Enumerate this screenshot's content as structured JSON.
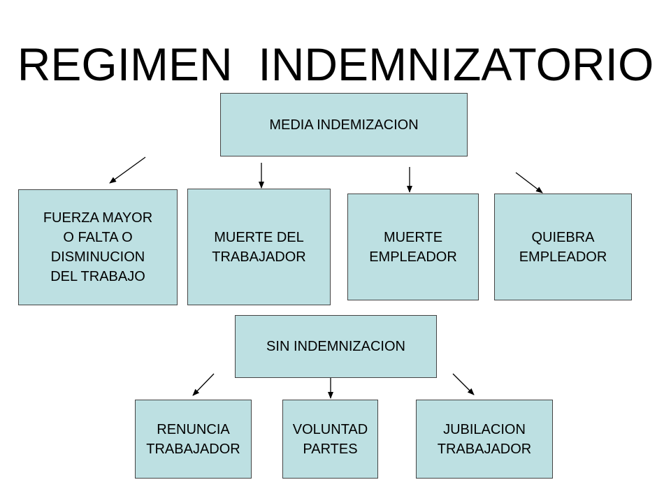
{
  "title": "REGIMEN  INDEMNIZATORIO",
  "top_node": {
    "label": "MEDIA INDEMIZACION"
  },
  "top_children": [
    {
      "label": "FUERZA MAYOR\nO FALTA O\nDISMINUCION\nDEL TRABAJO"
    },
    {
      "label": "MUERTE DEL\nTRABAJADOR"
    },
    {
      "label": "MUERTE\nEMPLEADOR"
    },
    {
      "label": "QUIEBRA\nEMPLEADOR"
    }
  ],
  "bottom_node": {
    "label": "SIN INDEMNIZACION"
  },
  "bottom_children": [
    {
      "label": "RENUNCIA\nTRABAJADOR"
    },
    {
      "label": "VOLUNTAD\nPARTES"
    },
    {
      "label": "JUBILACION\nTRABAJADOR"
    }
  ],
  "colors": {
    "box_fill": "#bde0e2",
    "box_border": "#444444",
    "arrow": "#000000",
    "background": "#ffffff"
  }
}
